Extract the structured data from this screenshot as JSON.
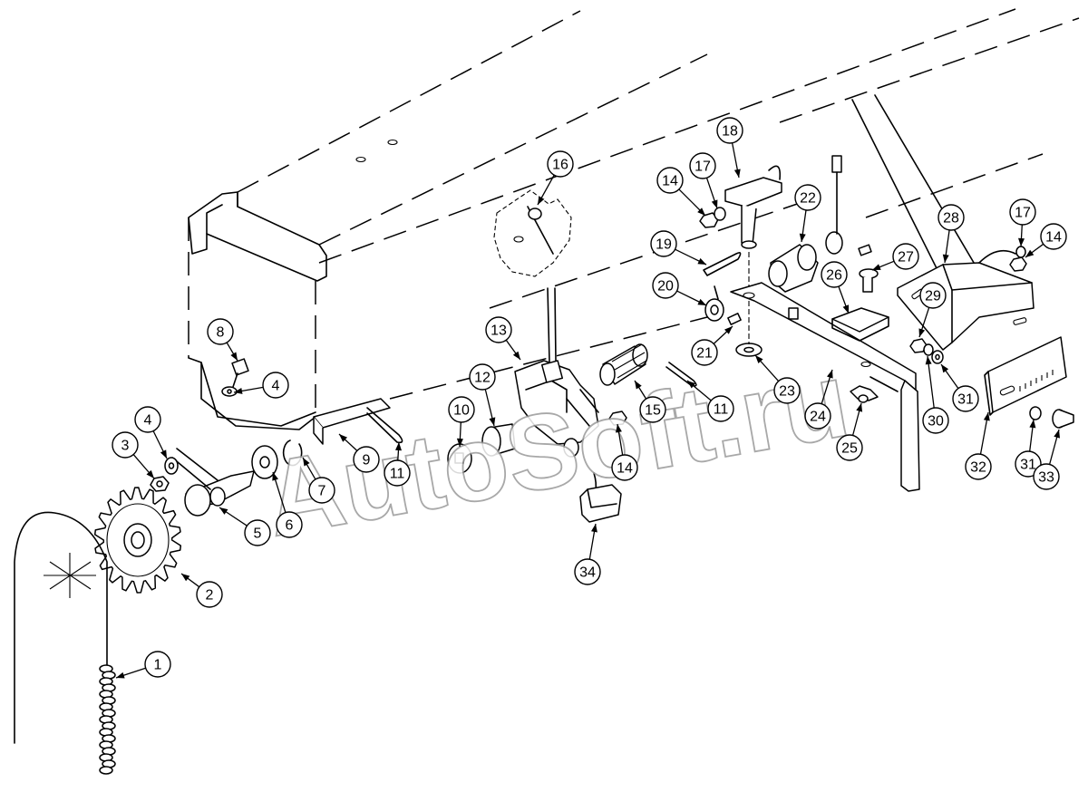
{
  "watermark": {
    "text": "AutoSoft.ru"
  },
  "callouts": [
    {
      "label": "1"
    },
    {
      "label": "2"
    },
    {
      "label": "3"
    },
    {
      "label": "4"
    },
    {
      "label": "4"
    },
    {
      "label": "5"
    },
    {
      "label": "6"
    },
    {
      "label": "7"
    },
    {
      "label": "8"
    },
    {
      "label": "9"
    },
    {
      "label": "10"
    },
    {
      "label": "11"
    },
    {
      "label": "11"
    },
    {
      "label": "12"
    },
    {
      "label": "13"
    },
    {
      "label": "14"
    },
    {
      "label": "14"
    },
    {
      "label": "14"
    },
    {
      "label": "15"
    },
    {
      "label": "16"
    },
    {
      "label": "17"
    },
    {
      "label": "17"
    },
    {
      "label": "18"
    },
    {
      "label": "19"
    },
    {
      "label": "20"
    },
    {
      "label": "21"
    },
    {
      "label": "22"
    },
    {
      "label": "23"
    },
    {
      "label": "24"
    },
    {
      "label": "25"
    },
    {
      "label": "26"
    },
    {
      "label": "27"
    },
    {
      "label": "28"
    },
    {
      "label": "29"
    },
    {
      "label": "30"
    },
    {
      "label": "31"
    },
    {
      "label": "31"
    },
    {
      "label": "32"
    },
    {
      "label": "33"
    },
    {
      "label": "34"
    }
  ]
}
